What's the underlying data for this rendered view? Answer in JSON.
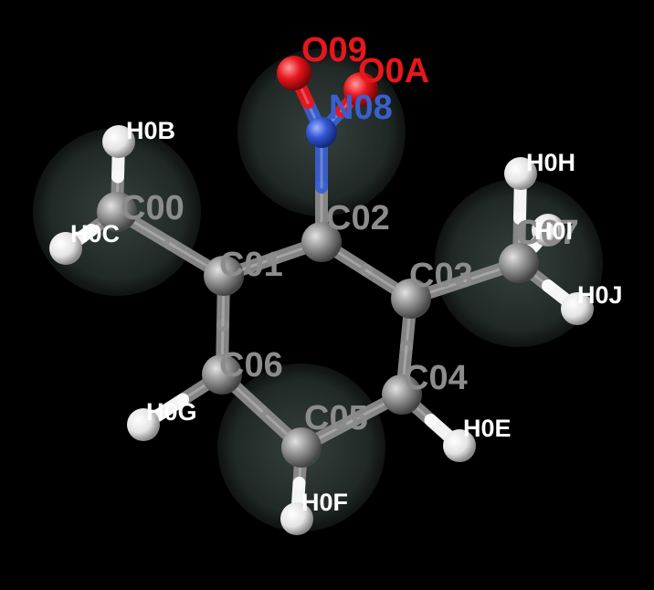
{
  "colors": {
    "background": "#000000",
    "carbon": "#8c8c8c",
    "hydrogen": "#ffffff",
    "nitrogen": "#3a5fd0",
    "oxygen": "#e8161d",
    "highlight": "#2a332f"
  },
  "atoms": [
    {
      "id": "C00",
      "element": "C"
    },
    {
      "id": "C01",
      "element": "C"
    },
    {
      "id": "C02",
      "element": "C"
    },
    {
      "id": "C03",
      "element": "C"
    },
    {
      "id": "C04",
      "element": "C"
    },
    {
      "id": "C05",
      "element": "C"
    },
    {
      "id": "C06",
      "element": "C"
    },
    {
      "id": "C07",
      "element": "C"
    },
    {
      "id": "N08",
      "element": "N"
    },
    {
      "id": "O09",
      "element": "O"
    },
    {
      "id": "O0A",
      "element": "O"
    },
    {
      "id": "H0B",
      "element": "H"
    },
    {
      "id": "H0C",
      "element": "H"
    },
    {
      "id": "H0E",
      "element": "H"
    },
    {
      "id": "H0F",
      "element": "H"
    },
    {
      "id": "H0G",
      "element": "H"
    },
    {
      "id": "H0H",
      "element": "H"
    },
    {
      "id": "H0I",
      "element": "H"
    },
    {
      "id": "H0J",
      "element": "H"
    }
  ],
  "bonds": [
    [
      "C00",
      "C01"
    ],
    [
      "C01",
      "C02"
    ],
    [
      "C02",
      "C03"
    ],
    [
      "C03",
      "C04"
    ],
    [
      "C04",
      "C05"
    ],
    [
      "C05",
      "C06"
    ],
    [
      "C06",
      "C01"
    ],
    [
      "C03",
      "C07"
    ],
    [
      "C02",
      "N08"
    ],
    [
      "N08",
      "O09"
    ],
    [
      "N08",
      "O0A"
    ],
    [
      "C00",
      "H0B"
    ],
    [
      "C00",
      "H0C"
    ],
    [
      "C04",
      "H0E"
    ],
    [
      "C05",
      "H0F"
    ],
    [
      "C06",
      "H0G"
    ],
    [
      "C07",
      "H0H"
    ],
    [
      "C07",
      "H0I"
    ],
    [
      "C07",
      "H0J"
    ]
  ],
  "highlighted_atoms": [
    "C00",
    "N08",
    "C07",
    "C05"
  ]
}
